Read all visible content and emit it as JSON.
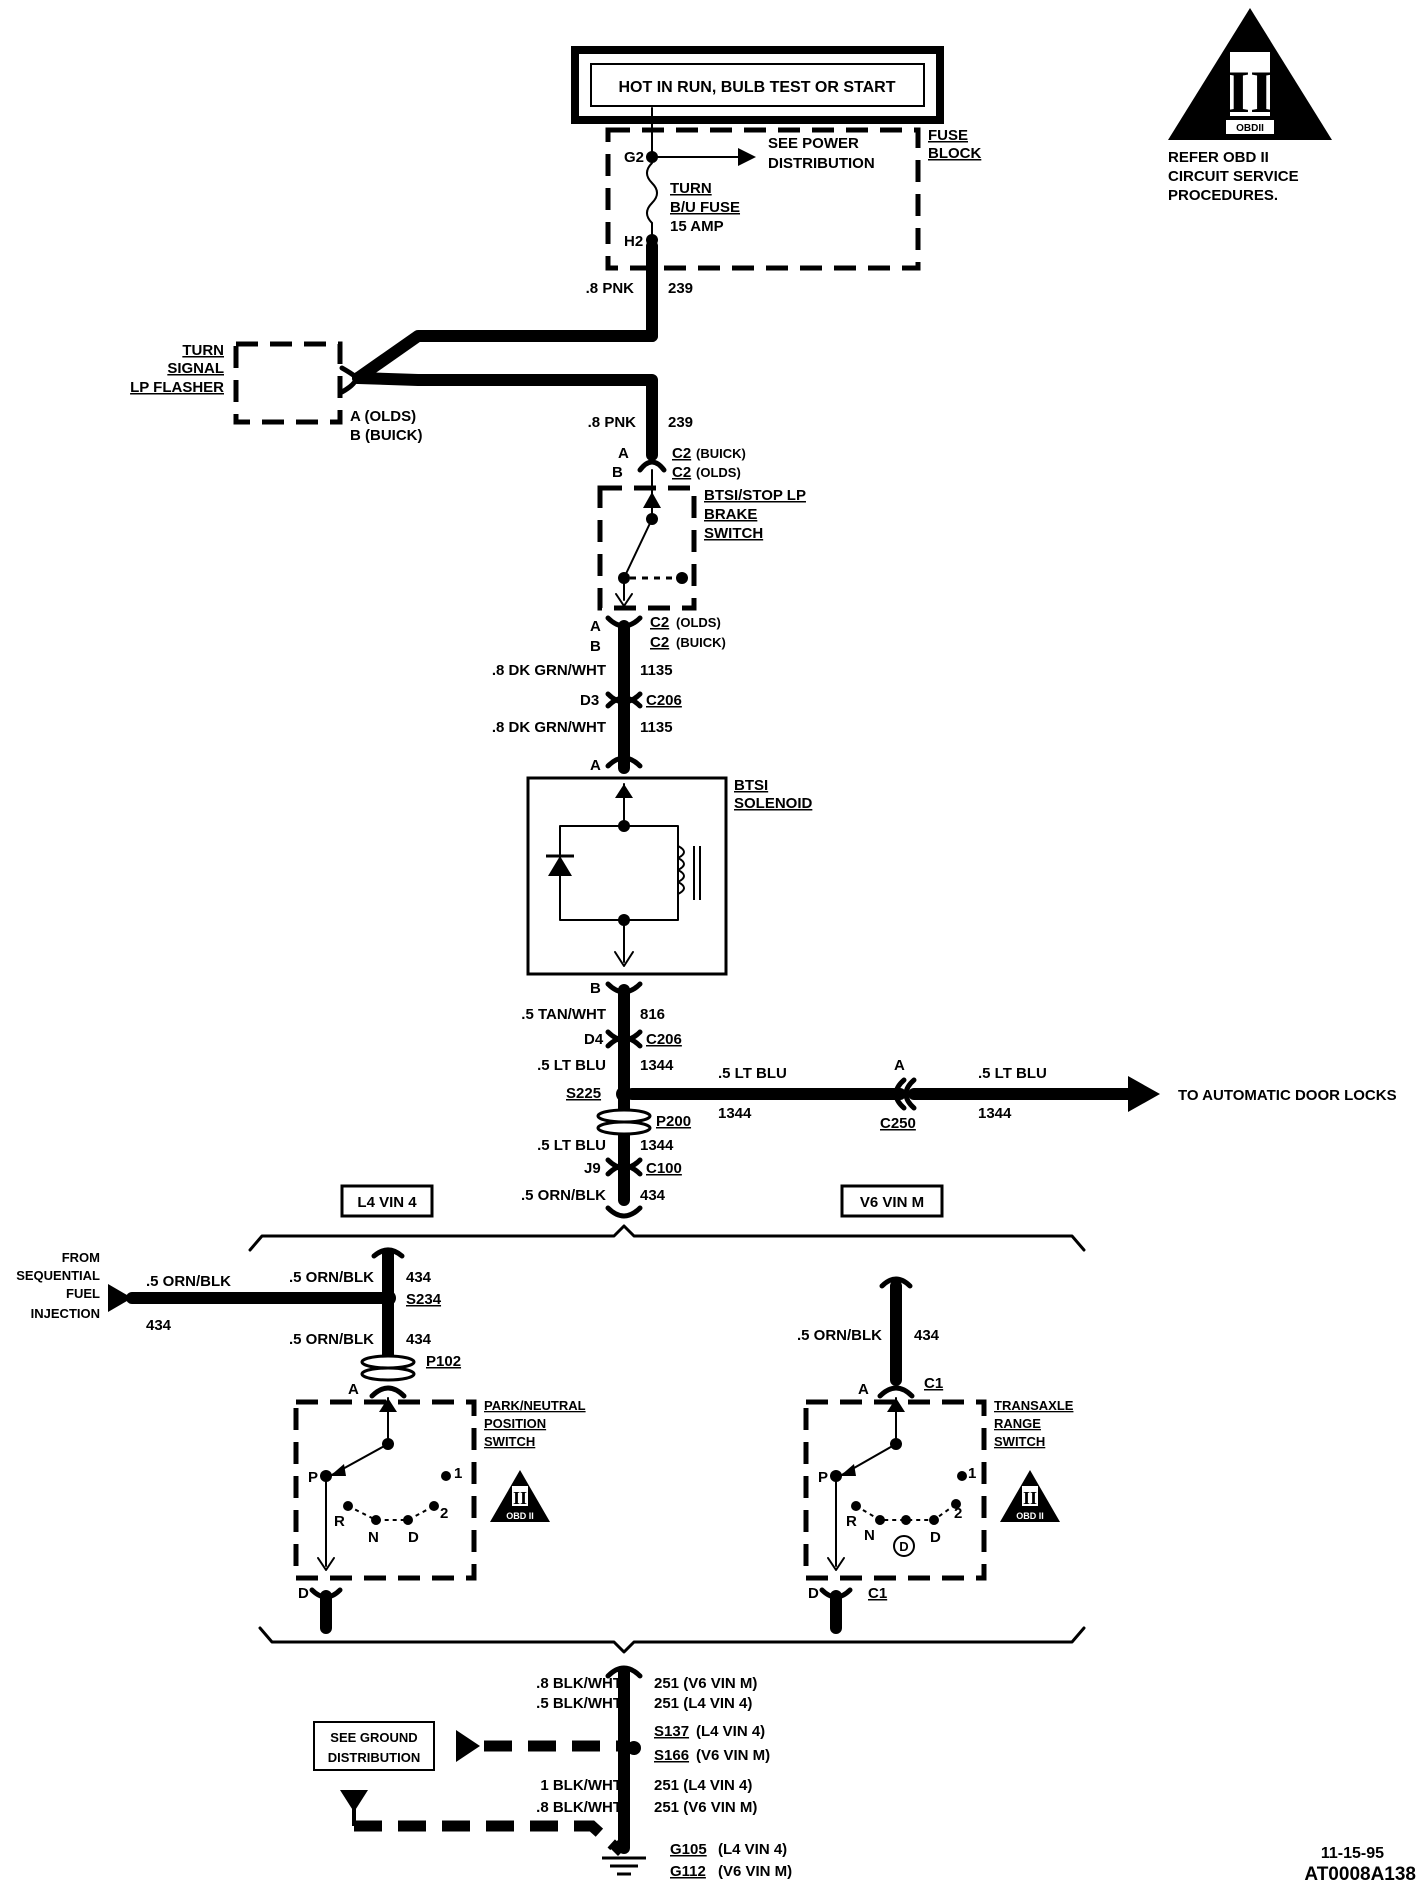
{
  "power_label": "HOT IN RUN, BULB TEST OR START",
  "obd": {
    "badge_top": "II",
    "badge_sub": "OBDII",
    "note_line1": "REFER OBD II",
    "note_line2": "CIRCUIT SERVICE",
    "note_line3": "PROCEDURES.",
    "small_badge": "II",
    "small_badge_sub": "OBD II"
  },
  "fuse_block": {
    "name_line1": "FUSE",
    "name_line2": "BLOCK",
    "pin_top": "G2",
    "pin_bottom": "H2",
    "see_line1": "SEE POWER",
    "see_line2": "DISTRIBUTION",
    "fuse_line1": "TURN",
    "fuse_line2": "B/U FUSE",
    "fuse_line3": "15 AMP"
  },
  "flasher": {
    "name_line1": "TURN",
    "name_line2": "SIGNAL",
    "name_line3": "LP FLASHER",
    "pin_line1": "A (OLDS)",
    "pin_line2": "B (BUICK)"
  },
  "wires": {
    "w1_gauge": ".8 PNK",
    "w1_circuit": "239",
    "w2_gauge": ".8 PNK",
    "w2_circuit": "239",
    "w3_gauge": ".8 DK GRN/WHT",
    "w3_circuit": "1135",
    "w4_gauge": ".8 DK GRN/WHT",
    "w4_circuit": "1135",
    "w5_gauge": ".5 TAN/WHT",
    "w5_circuit": "816",
    "w6_gauge": ".5 LT BLU",
    "w6_circuit": "1344",
    "w7_gauge": ".5 LT BLU",
    "w7_circuit": "1344",
    "w8_gauge": ".5 ORN/BLK",
    "w8_circuit": "434",
    "h1_gauge": ".5 LT BLU",
    "h1_circuit": "1344",
    "h2_gauge": ".5 LT BLU",
    "h2_circuit": "1344"
  },
  "brake_switch": {
    "name_line1": "BTSI/STOP LP",
    "name_line2": "BRAKE",
    "name_line3": "SWITCH",
    "top_pin_a": "A",
    "top_pin_b": "B",
    "top_conn1": "C2",
    "top_conn1_note": "(BUICK)",
    "top_conn2": "C2",
    "top_conn2_note": "(OLDS)",
    "bot_pin_a": "A",
    "bot_pin_b": "B",
    "bot_conn1": "C2",
    "bot_conn1_note": "(OLDS)",
    "bot_conn2": "C2",
    "bot_conn2_note": "(BUICK)"
  },
  "c206_top": {
    "pin": "D3",
    "name": "C206"
  },
  "solenoid": {
    "name_line1": "BTSI",
    "name_line2": "SOLENOID",
    "pin_top": "A",
    "pin_bottom": "B"
  },
  "c206_bot": {
    "pin": "D4",
    "name": "C206"
  },
  "splice_s225": "S225",
  "p200": "P200",
  "c100": {
    "pin": "J9",
    "name": "C100"
  },
  "c250": {
    "pin": "A",
    "name": "C250"
  },
  "door_locks": "TO AUTOMATIC DOOR LOCKS",
  "variants": {
    "left": "L4 VIN 4",
    "right": "V6 VIN M"
  },
  "sfi": {
    "line1": "FROM",
    "line2": "SEQUENTIAL",
    "line3": "FUEL",
    "line4": "INJECTION",
    "wire_gauge": ".5 ORN/BLK",
    "wire_circuit": "434"
  },
  "left_branch": {
    "w1_gauge": ".5 ORN/BLK",
    "w1_circuit": "434",
    "splice": "S234",
    "w2_gauge": ".5 ORN/BLK",
    "w2_circuit": "434",
    "p102": "P102",
    "pin_a": "A",
    "pin_d": "D",
    "switch_line1": "PARK/NEUTRAL",
    "switch_line2": "POSITION",
    "switch_line3": "SWITCH",
    "pos_p": "P",
    "pos_r": "R",
    "pos_n": "N",
    "pos_d": "D",
    "pos_2": "2",
    "pos_1": "1"
  },
  "right_branch": {
    "w_gauge": ".5 ORN/BLK",
    "w_circuit": "434",
    "pin_a": "A",
    "conn_top": "C1",
    "pin_d": "D",
    "conn_bot": "C1",
    "switch_line1": "TRANSAXLE",
    "switch_line2": "RANGE",
    "switch_line3": "SWITCH",
    "pos_p": "P",
    "pos_r": "R",
    "pos_n": "N",
    "pos_od": "D",
    "pos_d": "D",
    "pos_2": "2",
    "pos_1": "1"
  },
  "ground": {
    "g1_gauge": ".8 BLK/WHT",
    "g1_circuit": "251 (V6 VIN M)",
    "g2_gauge": ".5 BLK/WHT",
    "g2_circuit": "251 (L4 VIN 4)",
    "s137": "S137",
    "s137_note": "(L4 VIN 4)",
    "s166": "S166",
    "s166_note": "(V6 VIN M)",
    "see_line1": "SEE GROUND",
    "see_line2": "DISTRIBUTION",
    "g3_gauge": "1 BLK/WHT",
    "g3_circuit": "251 (L4 VIN 4)",
    "g4_gauge": ".8 BLK/WHT",
    "g4_circuit": "251 (V6 VIN M)",
    "g105": "G105",
    "g105_note": "(L4 VIN 4)",
    "g112": "G112",
    "g112_note": "(V6 VIN M)"
  },
  "footer": {
    "date": "11-15-95",
    "code": "AT0008A138"
  }
}
